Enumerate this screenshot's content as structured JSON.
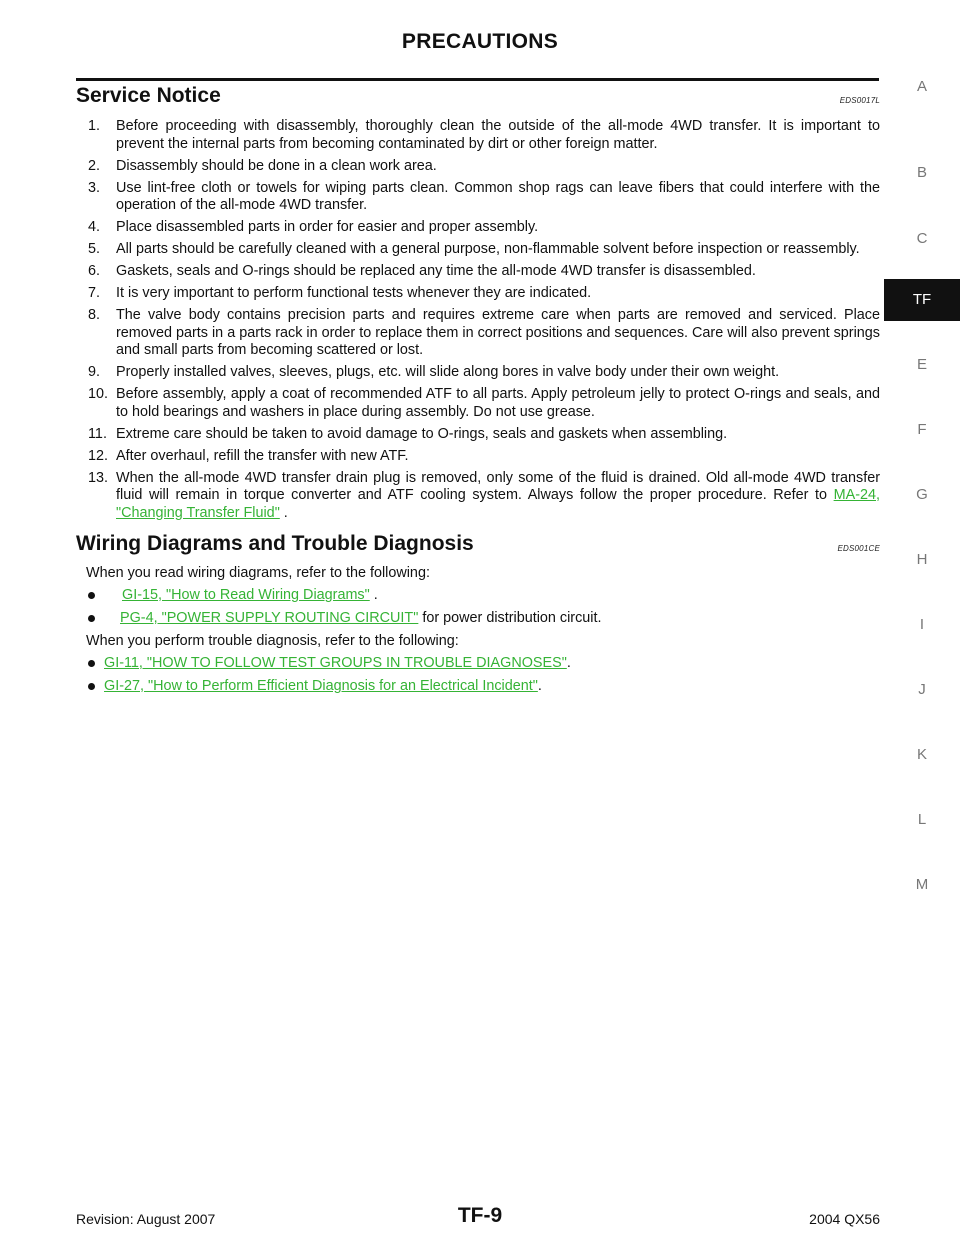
{
  "header": {
    "title": "PRECAUTIONS"
  },
  "side_tabs": {
    "items": [
      "A",
      "B",
      "C",
      "TF",
      "E",
      "F",
      "G",
      "H",
      "I",
      "J",
      "K",
      "L",
      "M"
    ],
    "active": "TF"
  },
  "service_notice": {
    "title": "Service Notice",
    "code": "EDS0017L",
    "steps": [
      {
        "num": "1.",
        "text": "Before proceeding with disassembly, thoroughly clean the outside of the all-mode 4WD transfer. It is important to prevent the internal parts from becoming contaminated by dirt or other foreign matter."
      },
      {
        "num": "2.",
        "text": "Disassembly should be done in a clean work area."
      },
      {
        "num": "3.",
        "text": "Use lint-free cloth or towels for wiping parts clean. Common shop rags can leave fibers that could interfere with the operation of the all-mode 4WD transfer."
      },
      {
        "num": "4.",
        "text": "Place disassembled parts in order for easier and proper assembly."
      },
      {
        "num": "5.",
        "text": "All parts should be carefully cleaned with a general purpose, non-flammable solvent before inspection or reassembly."
      },
      {
        "num": "6.",
        "text": "Gaskets, seals and O-rings should be replaced any time the all-mode 4WD transfer is disassembled."
      },
      {
        "num": "7.",
        "text": "It is very important to perform functional tests whenever they are indicated."
      },
      {
        "num": "8.",
        "text": "The valve body contains precision parts and requires extreme care when parts are removed and serviced. Place removed parts in a parts rack in order to replace them in correct positions and sequences. Care will also prevent springs and small parts from becoming scattered or lost."
      },
      {
        "num": "9.",
        "text": "Properly installed valves, sleeves, plugs, etc. will slide along bores in valve body under their own weight."
      },
      {
        "num": "10.",
        "text": "Before assembly, apply a coat of recommended ATF to all parts. Apply petroleum jelly to protect O-rings and seals, and to hold bearings and washers in place during assembly. Do not use grease."
      },
      {
        "num": "11.",
        "text": "Extreme care should be taken to avoid damage to O-rings, seals and gaskets when assembling."
      },
      {
        "num": "12.",
        "text": "After overhaul, refill the transfer with new ATF."
      },
      {
        "num": "13.",
        "text": "When the all-mode 4WD transfer drain plug is removed, only some of the fluid is drained. Old all-mode 4WD transfer fluid will remain in torque converter and ATF cooling system. Always follow the proper procedure. Refer to ",
        "link": "MA-24, \"Changing Transfer Fluid\"",
        "after": " ."
      }
    ]
  },
  "wiring": {
    "title": "Wiring Diagrams and Trouble Diagnosis",
    "code": "EDS001CE",
    "intro1": "When you read wiring diagrams, refer to the following:",
    "bullets1": [
      {
        "link": "GI-15, \"How to Read Wiring Diagrams\"",
        "after": " ."
      },
      {
        "link": "PG-4, \"POWER SUPPLY ROUTING CIRCUIT\"",
        "after": " for power distribution circuit."
      }
    ],
    "intro2": "When you perform trouble diagnosis, refer to the following:",
    "bullets2": [
      {
        "link": "GI-11, \"HOW TO FOLLOW TEST GROUPS IN TROUBLE DIAGNOSES\"",
        "after": "."
      },
      {
        "link": "GI-27, \"How to Perform Efficient Diagnosis for an Electrical Incident\"",
        "after": "."
      }
    ]
  },
  "footer": {
    "revision": "Revision: August 2007",
    "page": "TF-9",
    "model": "2004 QX56"
  },
  "colors": {
    "link": "#35b335",
    "active_tab_bg": "#111111"
  }
}
